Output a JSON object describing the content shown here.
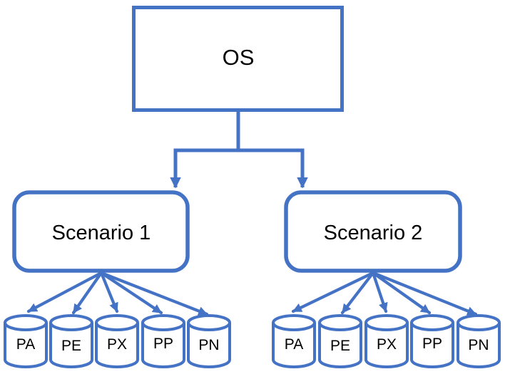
{
  "diagram": {
    "type": "tree",
    "colors": {
      "stroke": "#4472C4",
      "text": "#000000",
      "background": "#FFFFFF"
    },
    "root": {
      "label": "OS",
      "shape": "rectangle"
    },
    "scenarios": [
      {
        "label": "Scenario 1",
        "shape": "rounded-rectangle",
        "children": [
          {
            "label": "PA",
            "shape": "cylinder"
          },
          {
            "label": "PE",
            "shape": "cylinder"
          },
          {
            "label": "PX",
            "shape": "cylinder"
          },
          {
            "label": "PP",
            "shape": "cylinder"
          },
          {
            "label": "PN",
            "shape": "cylinder"
          }
        ]
      },
      {
        "label": "Scenario 2",
        "shape": "rounded-rectangle",
        "children": [
          {
            "label": "PA",
            "shape": "cylinder"
          },
          {
            "label": "PE",
            "shape": "cylinder"
          },
          {
            "label": "PX",
            "shape": "cylinder"
          },
          {
            "label": "PP",
            "shape": "cylinder"
          },
          {
            "label": "PN",
            "shape": "cylinder"
          }
        ]
      }
    ]
  }
}
